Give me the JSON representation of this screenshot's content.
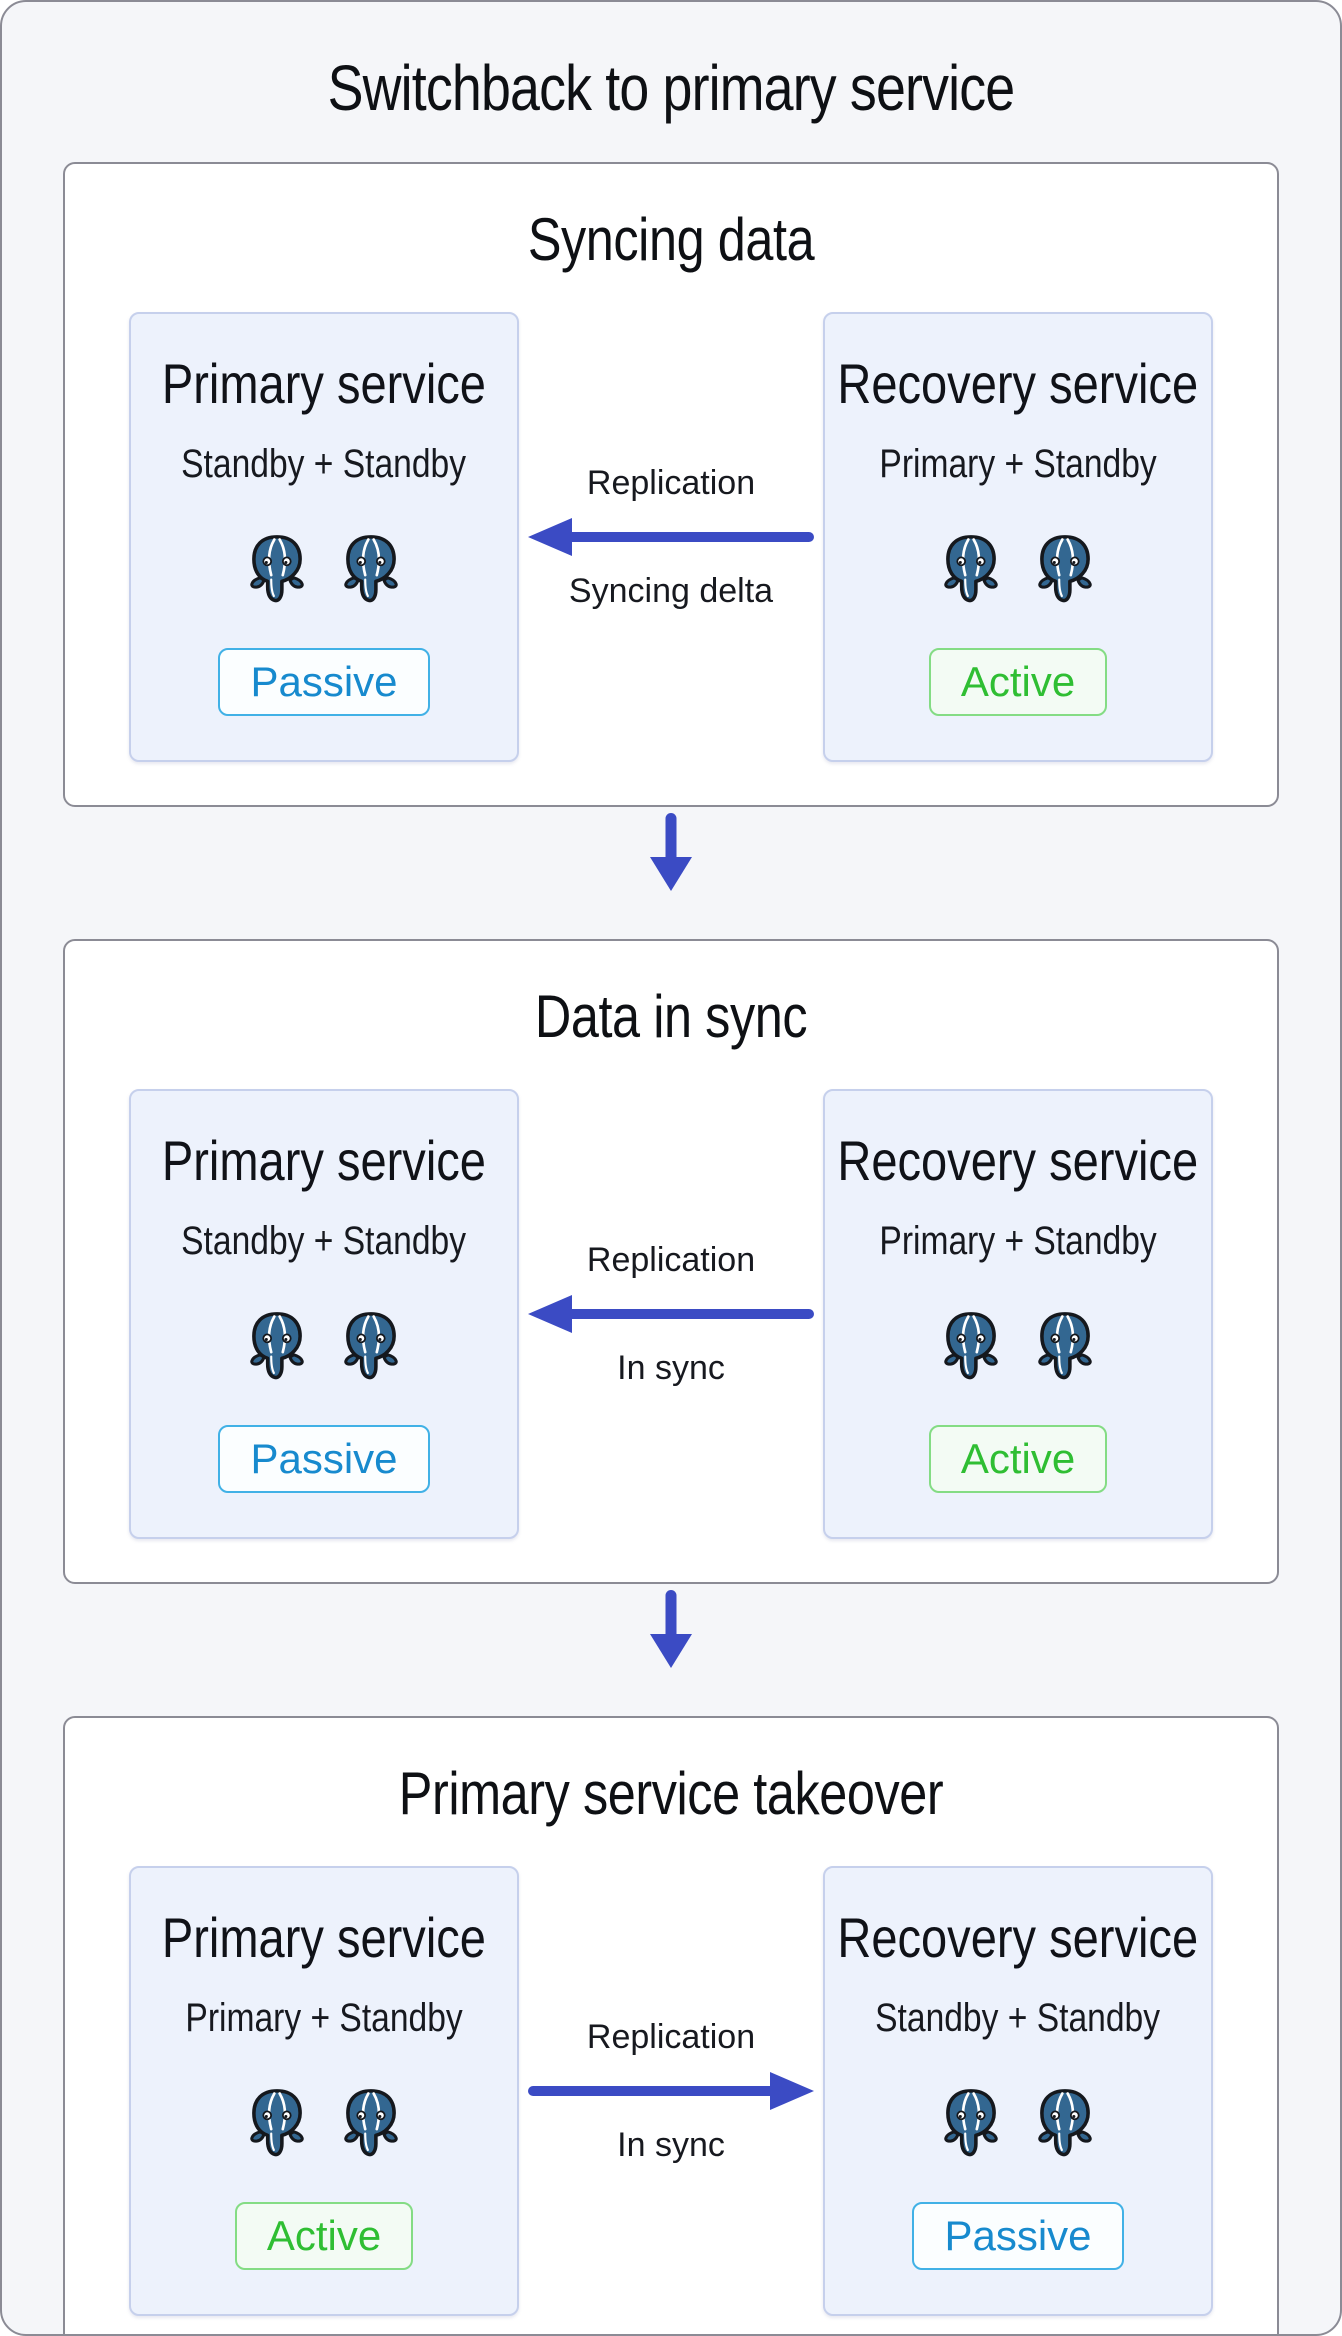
{
  "page": {
    "title": "Switchback to primary service"
  },
  "colors": {
    "canvas_bg": "#f5f6f9",
    "section_border": "#8b8b95",
    "service_card_bg": "#edf2fc",
    "service_card_border": "#c6d0ec",
    "arrow_blue": "#3b4bc4",
    "postgres_blue": "#336791",
    "passive_text": "#178ace",
    "passive_border": "#41b1e6",
    "active_text": "#2fbe33",
    "active_border": "#84dc84"
  },
  "icons": {
    "postgres": "postgresql-elephant-icon",
    "arrow_left": "arrow-left-icon",
    "arrow_right": "arrow-right-icon",
    "arrow_down": "arrow-down-icon"
  },
  "sections": [
    {
      "title": "Syncing data",
      "left": {
        "title": "Primary service",
        "subtitle": "Standby + Standby",
        "badge": "Passive",
        "badge_state": "passive"
      },
      "connector": {
        "top_label": "Replication",
        "bottom_label": "Syncing delta",
        "direction": "left"
      },
      "right": {
        "title": "Recovery service",
        "subtitle": "Primary + Standby",
        "badge": "Active",
        "badge_state": "active"
      }
    },
    {
      "title": "Data in sync",
      "left": {
        "title": "Primary service",
        "subtitle": "Standby + Standby",
        "badge": "Passive",
        "badge_state": "passive"
      },
      "connector": {
        "top_label": "Replication",
        "bottom_label": "In sync",
        "direction": "left"
      },
      "right": {
        "title": "Recovery service",
        "subtitle": "Primary + Standby",
        "badge": "Active",
        "badge_state": "active"
      }
    },
    {
      "title": "Primary service takeover",
      "left": {
        "title": "Primary service",
        "subtitle": "Primary + Standby",
        "badge": "Active",
        "badge_state": "active"
      },
      "connector": {
        "top_label": "Replication",
        "bottom_label": "In sync",
        "direction": "right"
      },
      "right": {
        "title": "Recovery service",
        "subtitle": "Standby + Standby",
        "badge": "Passive",
        "badge_state": "passive"
      }
    }
  ]
}
